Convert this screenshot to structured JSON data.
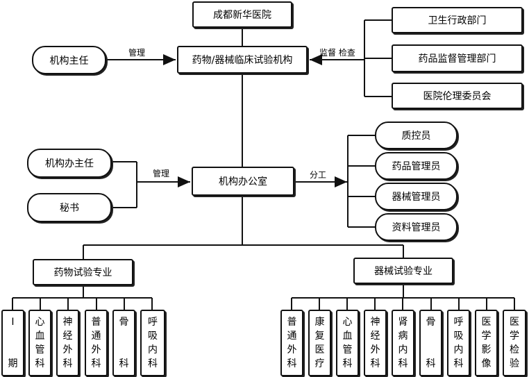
{
  "hospital": "成都新华医院",
  "institution": "药物/器械临床试验机构",
  "director": "机构主任",
  "regulators": [
    "卫生行政部门",
    "药品监督管理部门",
    "医院伦理委员会"
  ],
  "edge_manage_top": "管理",
  "edge_supervise": "监督 检查",
  "office": "机构办公室",
  "office_director": "机构办主任",
  "secretary": "秘书",
  "edge_manage_mid": "管理",
  "edge_division": "分工",
  "staff": [
    "质控员",
    "药品管理员",
    "器械管理员",
    "资料管理员"
  ],
  "drug_specialty": "药物试验专业",
  "device_specialty": "器械试验专业",
  "drug_depts": [
    {
      "chars": [
        "Ⅰ",
        "",
        "",
        "期"
      ]
    },
    {
      "chars": [
        "心",
        "血",
        "管",
        "科"
      ]
    },
    {
      "chars": [
        "神",
        "经",
        "外",
        "科"
      ]
    },
    {
      "chars": [
        "普",
        "通",
        "外",
        "科"
      ]
    },
    {
      "chars": [
        "骨",
        "",
        "科"
      ]
    },
    {
      "chars": [
        "呼",
        "吸",
        "内",
        "科"
      ]
    }
  ],
  "device_depts": [
    {
      "chars": [
        "普",
        "通",
        "外",
        "科"
      ]
    },
    {
      "chars": [
        "康",
        "复",
        "医",
        "疗"
      ]
    },
    {
      "chars": [
        "心",
        "血",
        "管",
        "科"
      ]
    },
    {
      "chars": [
        "神",
        "经",
        "外",
        "科"
      ]
    },
    {
      "chars": [
        "肾",
        "病",
        "内",
        "科"
      ]
    },
    {
      "chars": [
        "骨",
        "",
        "科"
      ]
    },
    {
      "chars": [
        "呼",
        "吸",
        "内",
        "科"
      ]
    },
    {
      "chars": [
        "医",
        "学",
        "影",
        "像"
      ]
    },
    {
      "chars": [
        "医",
        "学",
        "检",
        "验"
      ]
    }
  ]
}
